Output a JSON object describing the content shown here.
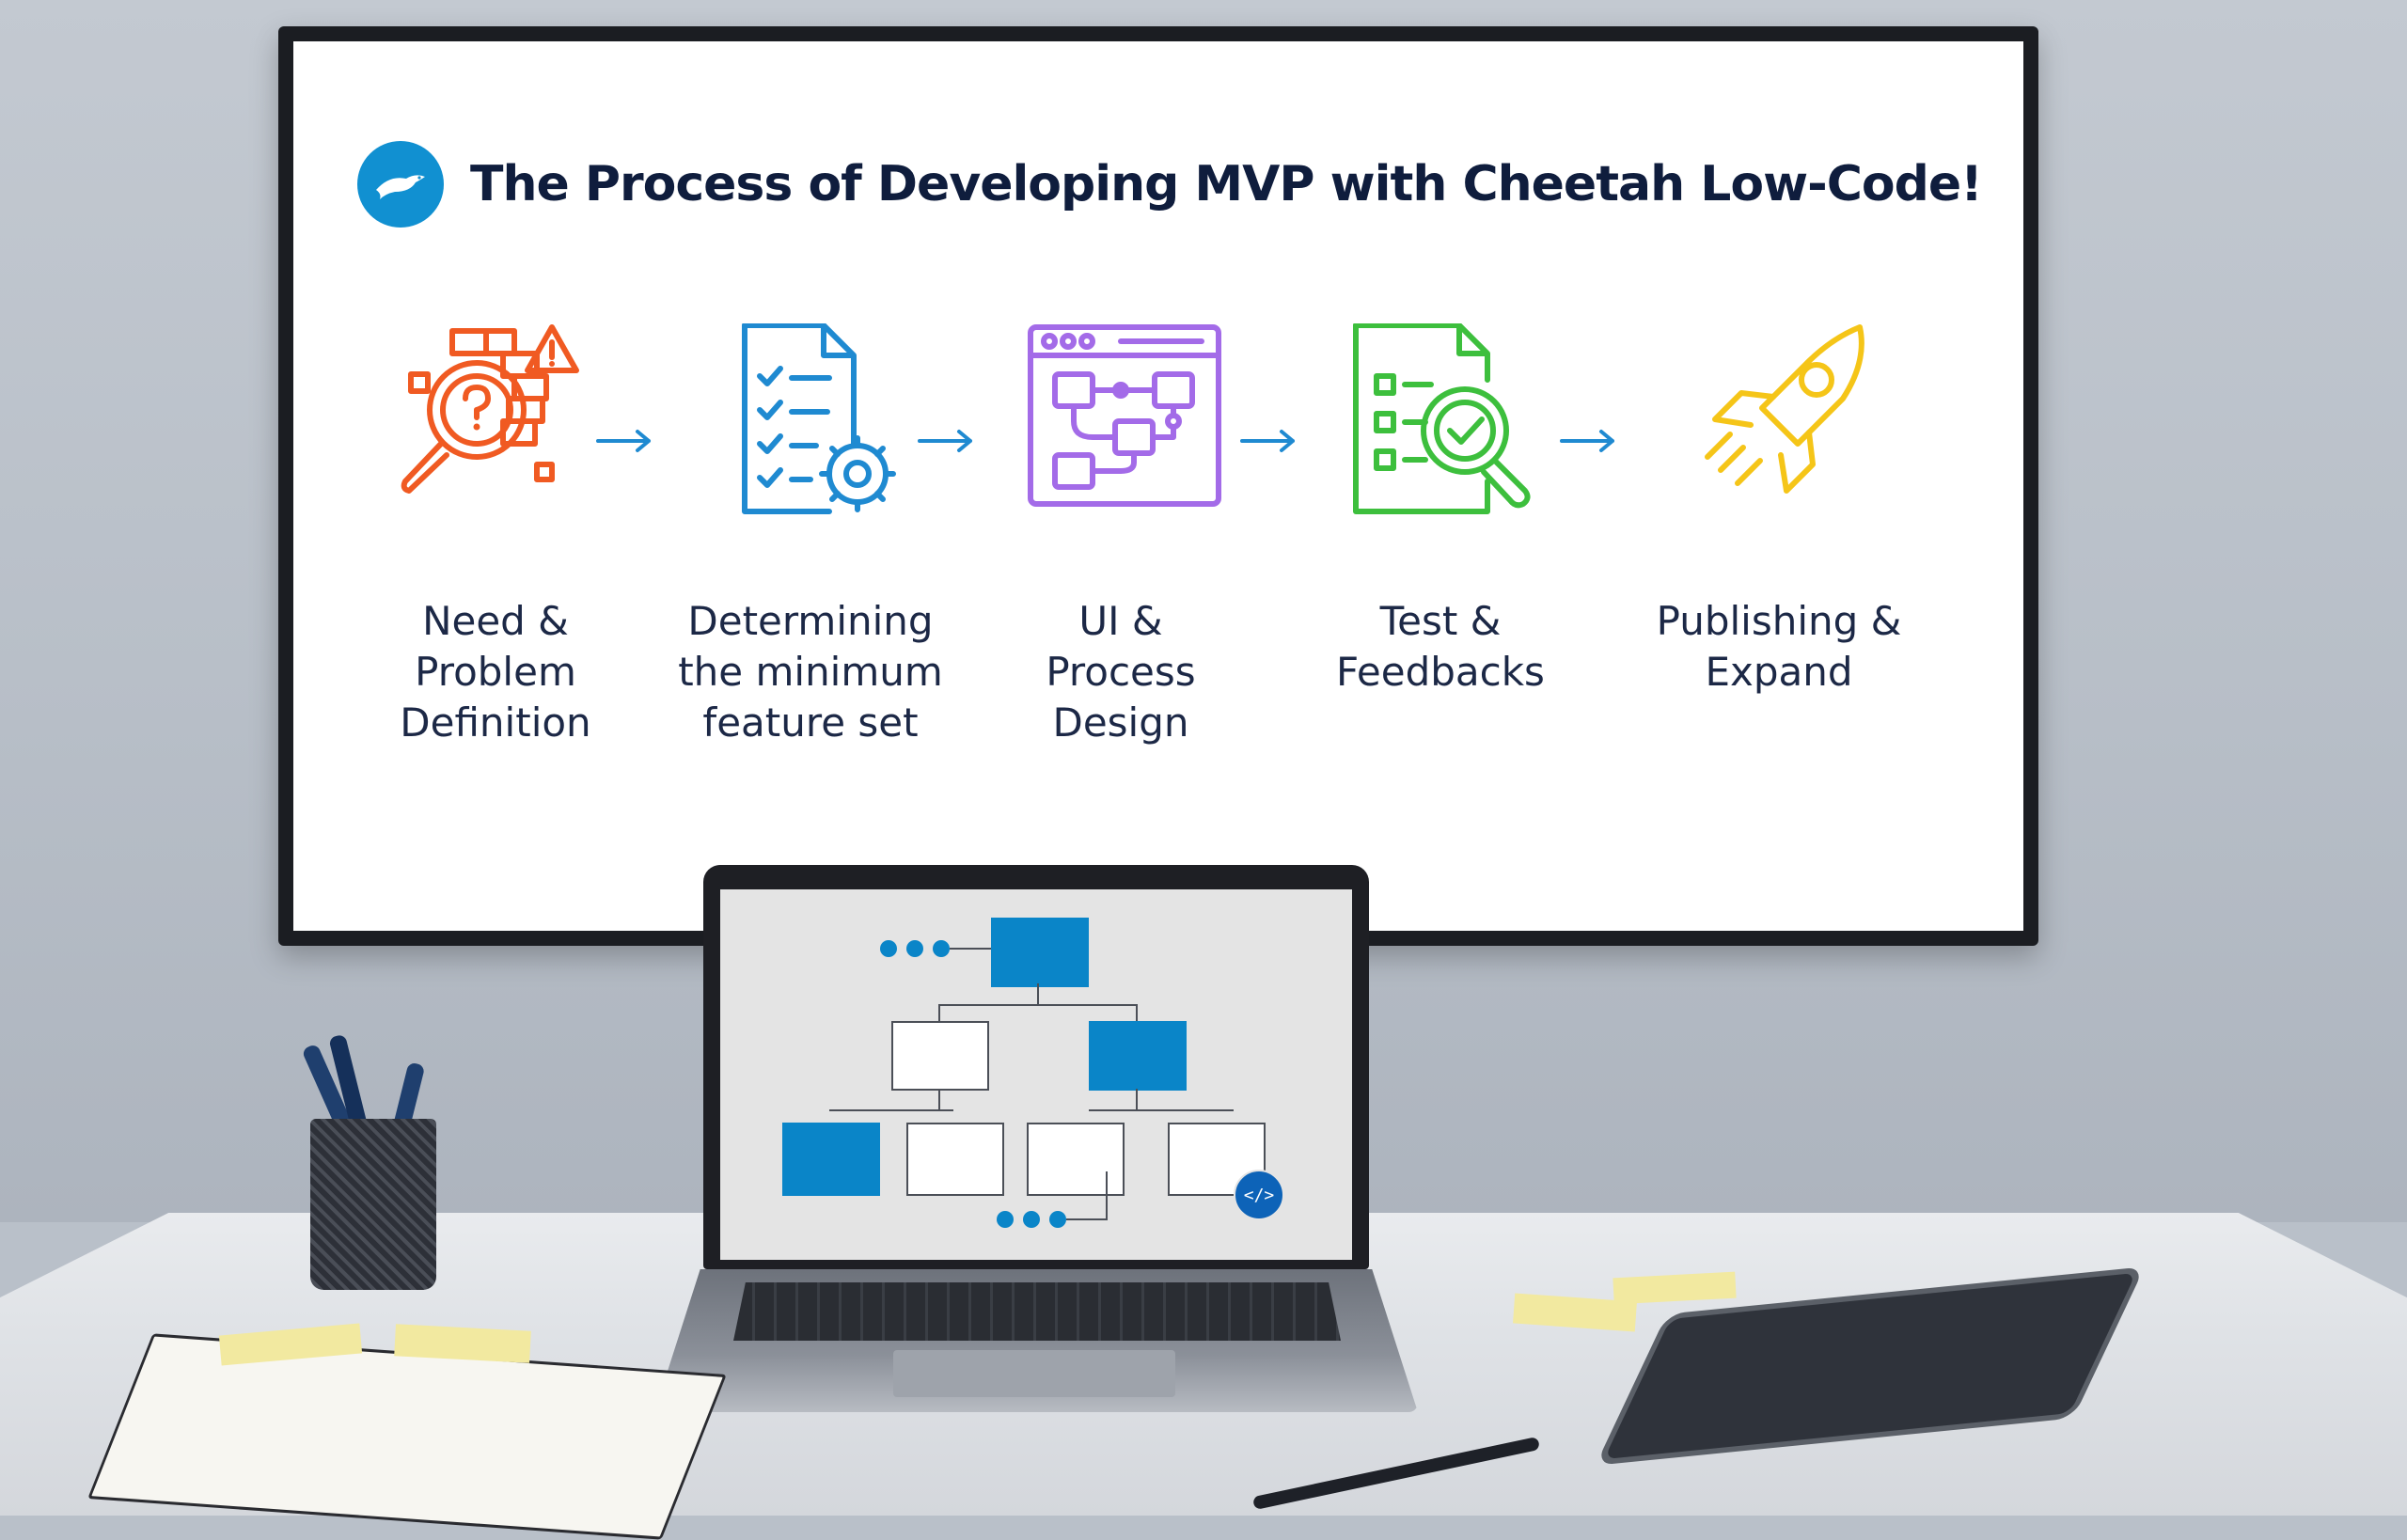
{
  "slide": {
    "title": "The Process of Developing MVP with Cheetah Low-Code!",
    "steps": [
      {
        "label": "Need &\nProblem\nDefinition",
        "icon": "magnifier-question-icon",
        "color": "#f05a22"
      },
      {
        "label": "Determining\nthe minimum\nfeature set",
        "icon": "checklist-gear-icon",
        "color": "#1f8ad1"
      },
      {
        "label": "UI &\nProcess\nDesign",
        "icon": "browser-flow-icon",
        "color": "#a36be8"
      },
      {
        "label": "Test &\nFeedbacks",
        "icon": "document-magnifier-check-icon",
        "color": "#3dbf3d"
      },
      {
        "label": "Publishing &\nExpand",
        "icon": "rocket-icon",
        "color": "#f5c518"
      }
    ],
    "arrow_color": "#1f8ad1",
    "logo_color": "#1190d1"
  },
  "laptop": {
    "accent_color": "#0a85c8",
    "code_badge": "</>"
  }
}
